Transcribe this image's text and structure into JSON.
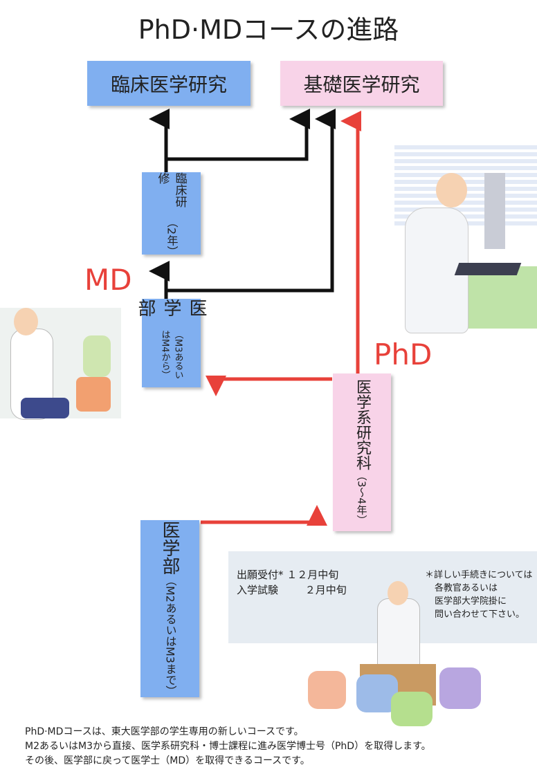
{
  "title": "PhD·MDコースの進路",
  "boxes": {
    "clinical_research": "臨床医学研究",
    "basic_research": "基礎医学研究",
    "clinical_training": "臨床研修",
    "clinical_training_sub": "（2年）",
    "med_school_upper": "医学部",
    "med_school_upper_sub": "（M3あるいはM4から）",
    "graduate_school": "医学系研究科",
    "graduate_school_sub": "（3～4年）",
    "med_school_lower": "医学部",
    "med_school_lower_sub": "（M2あるいはM3まで）"
  },
  "labels": {
    "md": "MD",
    "phd": "PhD"
  },
  "schedule": {
    "application_label": "出願受付*",
    "application_date": "１２月中旬",
    "exam_label": "入学試験",
    "exam_date": "２月中旬",
    "note": [
      "＊詳しい手続きについては",
      "各教官あるいは",
      "医学部大学院掛に",
      "問い合わせて下さい。"
    ]
  },
  "footer": [
    "PhD·MDコースは、東大医学部の学生専用の新しいコースです。",
    "M2あるいはM3から直接、医学系研究科・博士課程に進み医学博士号（PhD）を取得します。",
    "その後、医学部に戻って医学士（MD）を取得できるコースです。"
  ],
  "colors": {
    "blue": "#80aff0",
    "pink": "#f8d3e8",
    "red": "#e8413a"
  }
}
